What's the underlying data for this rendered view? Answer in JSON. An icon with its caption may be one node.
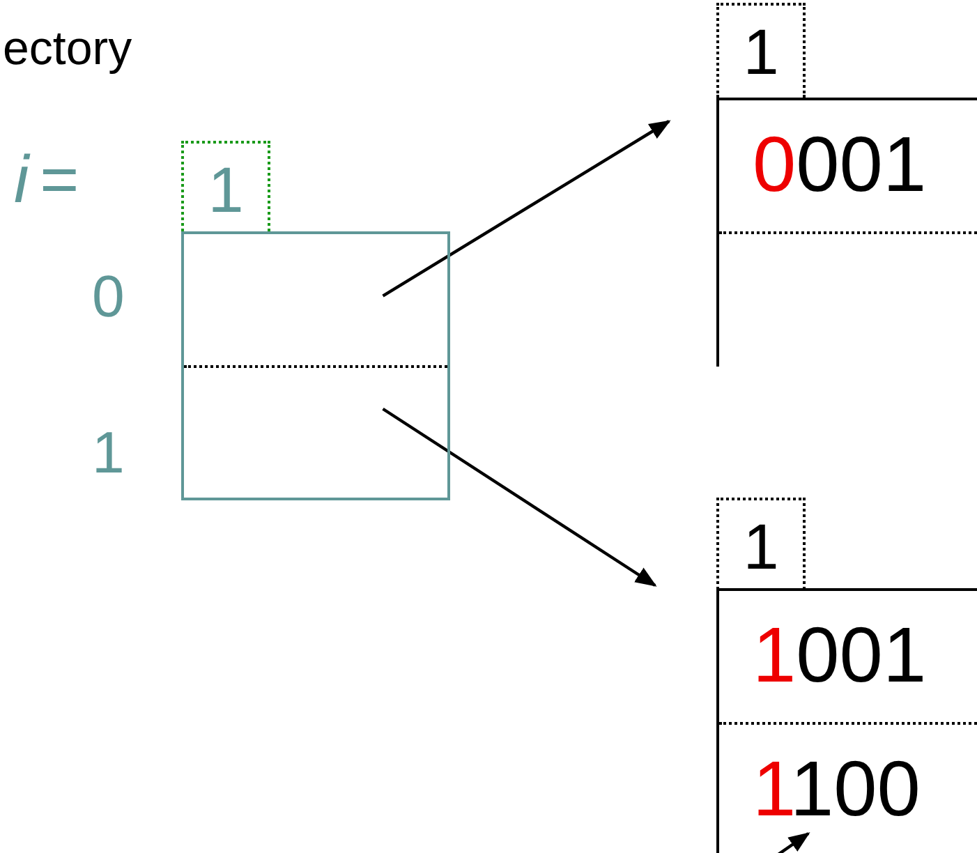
{
  "diagram": {
    "nodes": [
      {
        "text": [
          "1"
        ]
      },
      {
        "text": [],
        "shape": "box"
      },
      {
        "text": [
          "1"
        ]
      },
      {
        "text": [],
        "shape": "box"
      },
      {
        "text": [
          "0001"
        ],
        "in": 3
      },
      {
        "text": [
          "1"
        ]
      },
      {
        "text": [],
        "shape": "box"
      },
      {
        "text": [
          "1001"
        ],
        "in": 6
      },
      {
        "text": [
          "1100"
        ],
        "in": 6
      }
    ],
    "edges": [
      {
        "from": 1,
        "to": 3,
        "arrow": "to"
      },
      {
        "from": 1,
        "to": 6,
        "arrow": "to"
      },
      {
        "from": null,
        "to": 8,
        "arrow": "to"
      }
    ],
    "labels": [
      "ectory",
      "i =",
      "0",
      "1"
    ]
  }
}
